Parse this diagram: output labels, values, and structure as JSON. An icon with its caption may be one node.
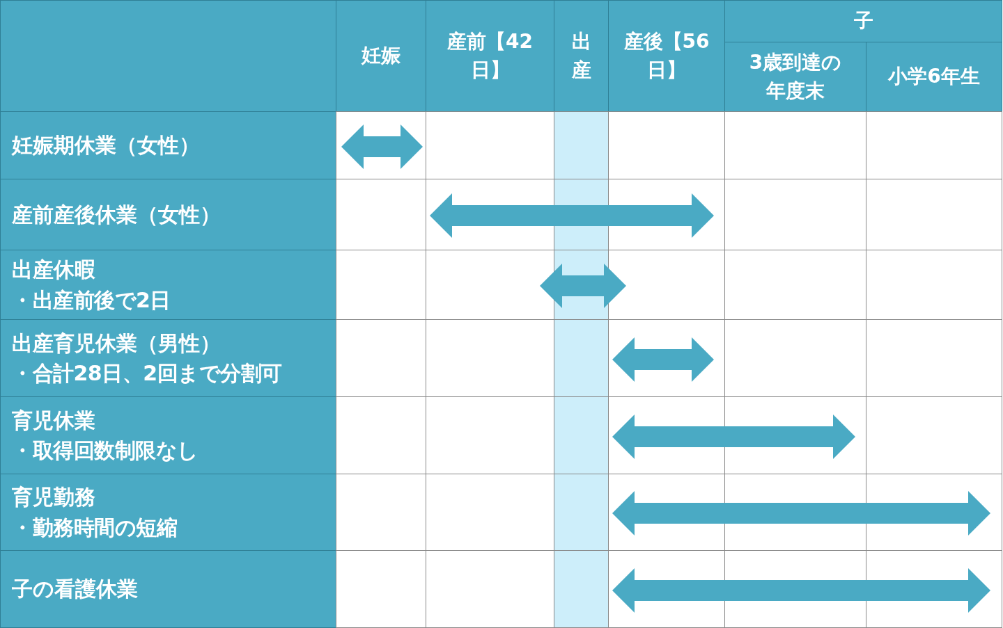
{
  "diagram": {
    "labels": [
      "妊娠",
      "産前【42日】",
      "出産",
      "産後【56日】",
      "子",
      "3歳到達の年度末",
      "小学6年生",
      "妊娠期休業（女性）",
      "産前産後休業（女性）",
      "出産休暇",
      "・出産前後で2日",
      "出産育児休業（男性）",
      "・合計28日、2回まで分割可",
      "育児休業",
      "・取得回数制限なし",
      "育児勤務",
      "・勤務時間の短縮",
      "子の看護休業"
    ]
  }
}
